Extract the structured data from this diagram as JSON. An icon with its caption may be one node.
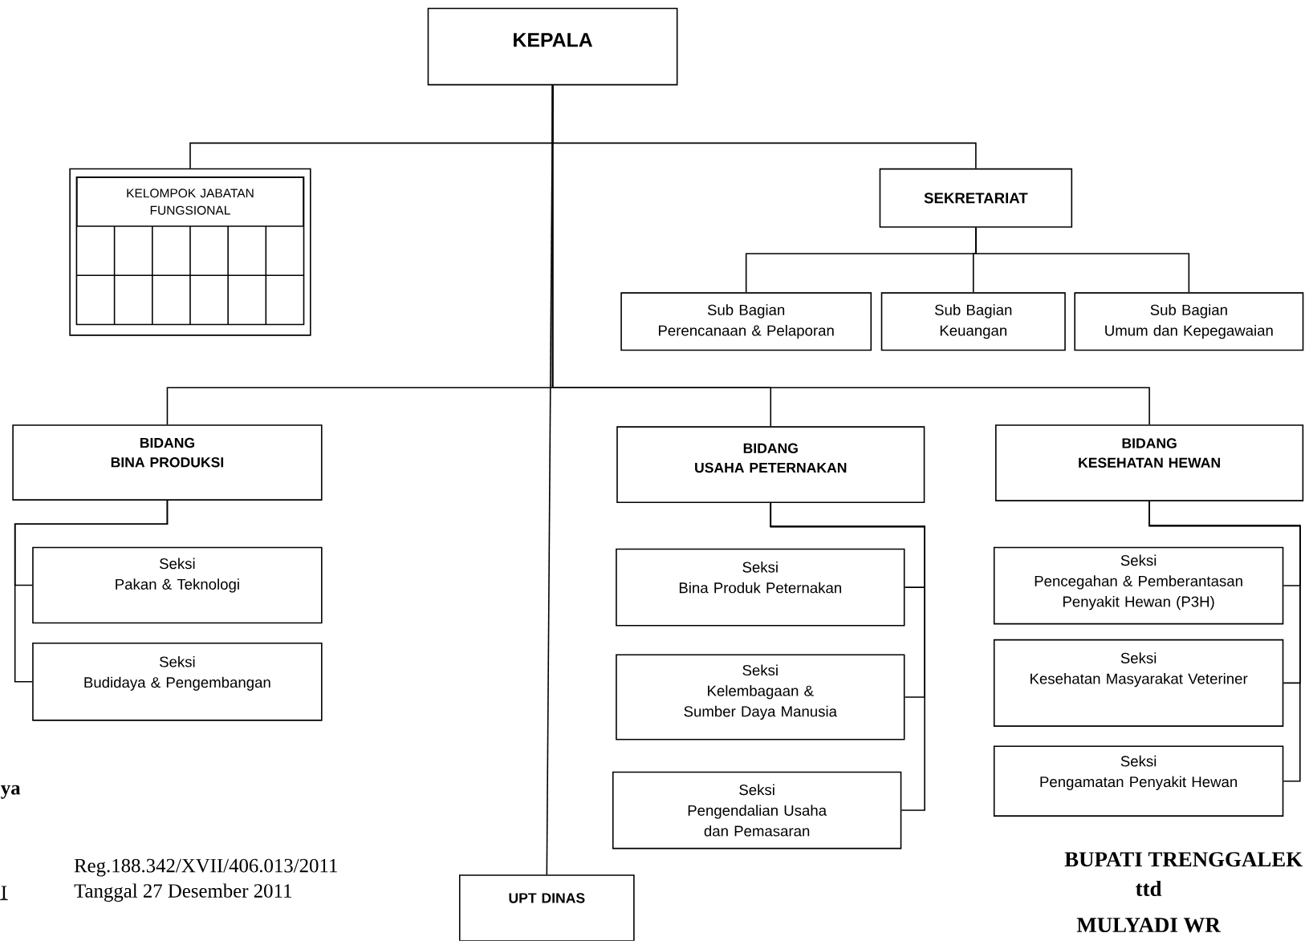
{
  "diagram": {
    "nodes": [
      {
        "text": [
          "KEPALA"
        ]
      },
      {
        "text": [
          "KELOMPOK JABATAN FUNGSIONAL"
        ]
      },
      {
        "text": [
          "SEKRETARIAT"
        ]
      },
      {
        "text": [
          "Sub Bagian",
          "Perencanaan & Pelaporan"
        ]
      },
      {
        "text": [
          "Sub Bagian",
          "Keuangan"
        ]
      },
      {
        "text": [
          "Sub Bagian",
          "Umum dan Kepegawaian"
        ]
      },
      {
        "text": [
          "BIDANG",
          "BINA PRODUKSI"
        ]
      },
      {
        "text": [
          "BIDANG",
          "USAHA PETERNAKAN"
        ]
      },
      {
        "text": [
          "BIDANG",
          "KESEHATAN HEWAN"
        ]
      },
      {
        "text": [
          "Seksi",
          "Pakan & Teknologi"
        ]
      },
      {
        "text": [
          "Seksi",
          "Budidaya & Pengembangan"
        ]
      },
      {
        "text": [
          "Seksi",
          "Bina Produk Peternakan"
        ]
      },
      {
        "text": [
          "Seksi",
          "Kelembagaan & Sumber Daya Manusia"
        ]
      },
      {
        "text": [
          "Seksi",
          "Pengendalian Usaha dan Pemasaran"
        ]
      },
      {
        "text": [
          "Seksi",
          "Pencegahan & Pemberantasan Penyakit Hewan (P3H)"
        ]
      },
      {
        "text": [
          "Seksi",
          "Kesehatan Masyarakat Veteriner"
        ]
      },
      {
        "text": [
          "Seksi",
          "Pengamatan Penyakit Hewan"
        ]
      },
      {
        "text": [
          "UPT DINAS"
        ]
      }
    ],
    "edges": [
      {
        "from": 0,
        "to": 1,
        "arrow": "none"
      },
      {
        "from": 0,
        "to": 2,
        "arrow": "none"
      },
      {
        "from": 2,
        "to": 3,
        "arrow": "none"
      },
      {
        "from": 2,
        "to": 4,
        "arrow": "none"
      },
      {
        "from": 2,
        "to": 5,
        "arrow": "none"
      },
      {
        "from": 0,
        "to": 6,
        "arrow": "none"
      },
      {
        "from": 0,
        "to": 7,
        "arrow": "none"
      },
      {
        "from": 0,
        "to": 8,
        "arrow": "none"
      },
      {
        "from": 6,
        "to": 9,
        "arrow": "none"
      },
      {
        "from": 6,
        "to": 10,
        "arrow": "none"
      },
      {
        "from": 7,
        "to": 11,
        "arrow": "none"
      },
      {
        "from": 7,
        "to": 12,
        "arrow": "none"
      },
      {
        "from": 7,
        "to": 13,
        "arrow": "none"
      },
      {
        "from": 8,
        "to": 14,
        "arrow": "none"
      },
      {
        "from": 8,
        "to": 15,
        "arrow": "none"
      },
      {
        "from": 8,
        "to": 16,
        "arrow": "none"
      },
      {
        "from": 0,
        "to": 17,
        "arrow": "none"
      }
    ],
    "labels": [
      "ya",
      "Reg.188.342/XVII/406.013/2011",
      "I",
      "Tanggal 27 Desember 2011",
      "BUPATI TRENGGALEK",
      "ttd",
      "MULYADI WR"
    ]
  }
}
